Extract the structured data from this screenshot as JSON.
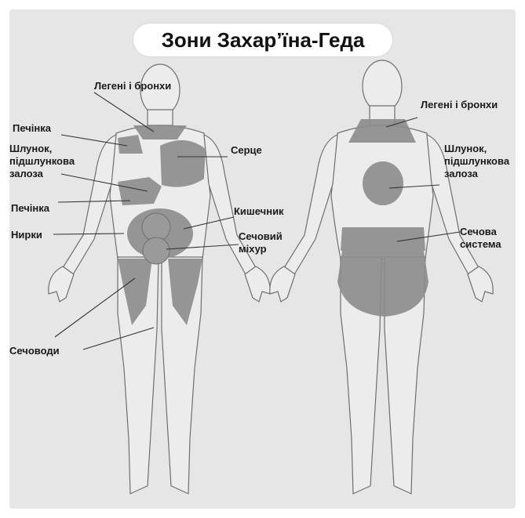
{
  "title": "Зони Захар’їна-Геда",
  "front_labels": {
    "lungs_bronchi": "Легені і бронхи",
    "liver_upper": "Печінка",
    "stomach_pancreas": "Шлунок,\nпідшлункова\nзалоза",
    "liver_lower": "Печінка",
    "kidneys": "Нирки",
    "ureters": "Сечоводи",
    "heart": "Серце",
    "intestine": "Кишечник",
    "bladder": "Сечовий\nміхур"
  },
  "back_labels": {
    "lungs_bronchi": "Легені і бронхи",
    "stomach_pancreas": "Шлунок,\nпідшлункова\nзалоза",
    "urinary_system": "Сечова\nсистема"
  },
  "colors": {
    "background": "#e6e6e6",
    "skin": "#e9e9e9",
    "skin_outline": "#6f6f6f",
    "zone": "#8c8c8c",
    "leader_line": "#333333"
  }
}
